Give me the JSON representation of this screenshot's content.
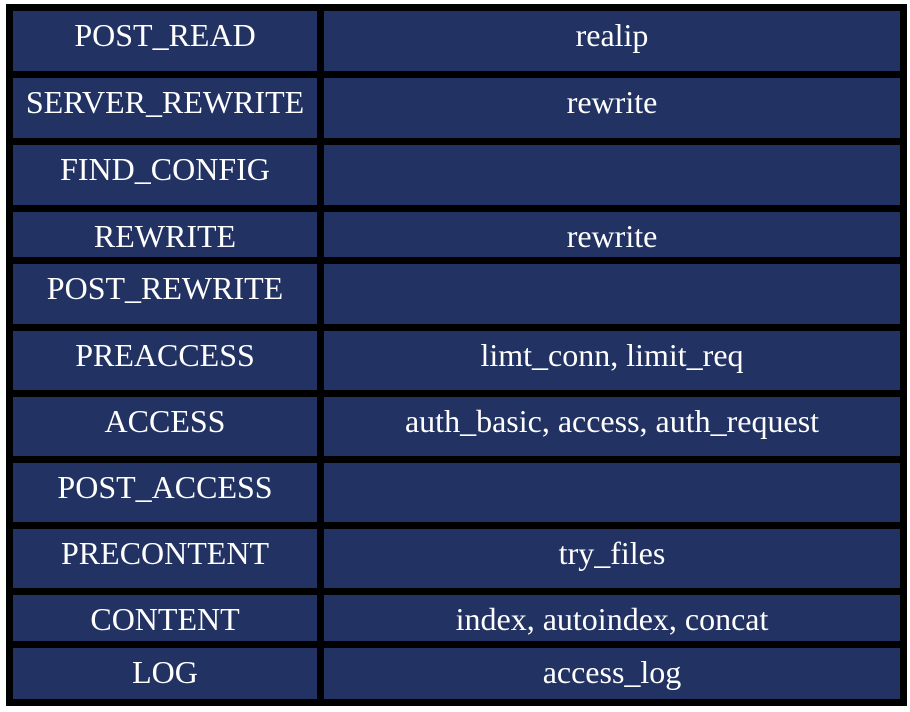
{
  "rows": [
    {
      "phase": "POST_READ",
      "modules": "realip"
    },
    {
      "phase": "SERVER_REWRITE",
      "modules": "rewrite"
    },
    {
      "phase": "FIND_CONFIG",
      "modules": ""
    },
    {
      "phase": "REWRITE",
      "modules": "rewrite"
    },
    {
      "phase": "POST_REWRITE",
      "modules": ""
    },
    {
      "phase": "PREACCESS",
      "modules": "limt_conn, limit_req"
    },
    {
      "phase": "ACCESS",
      "modules": "auth_basic, access, auth_request"
    },
    {
      "phase": "POST_ACCESS",
      "modules": ""
    },
    {
      "phase": "PRECONTENT",
      "modules": "try_files"
    },
    {
      "phase": "CONTENT",
      "modules": "index, autoindex, concat"
    },
    {
      "phase": "LOG",
      "modules": "access_log"
    }
  ],
  "colors": {
    "cell_fill": "#223262",
    "border": "#000000",
    "text": "#ffffff"
  }
}
